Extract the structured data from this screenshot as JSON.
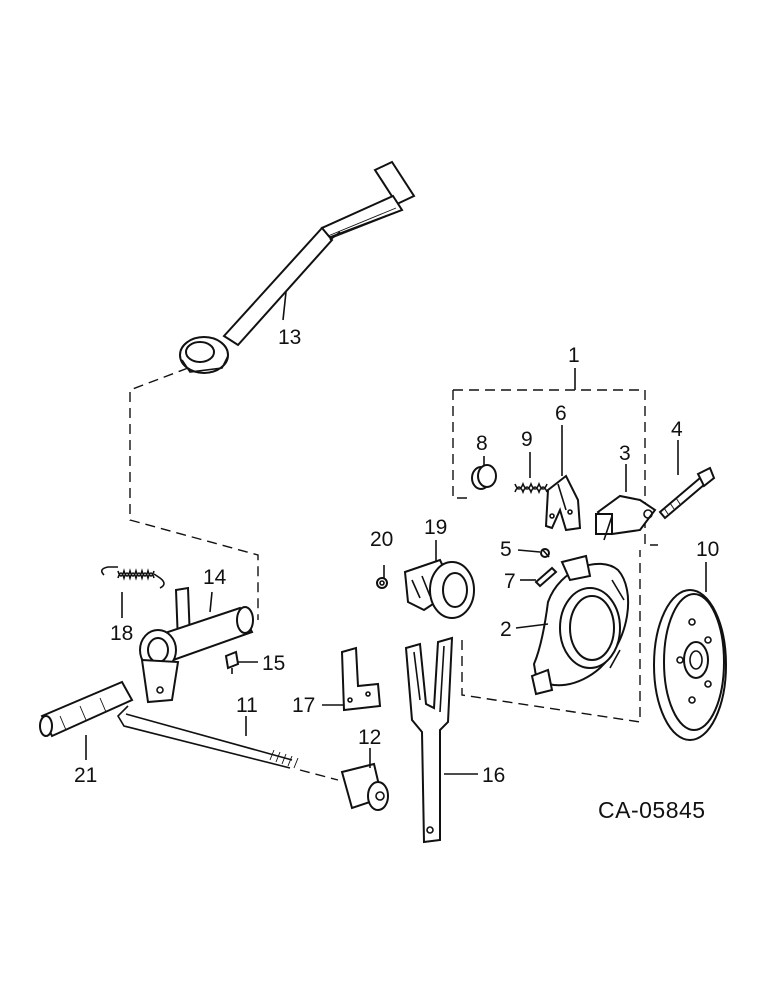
{
  "diagram": {
    "drawing_code": "CA-05845",
    "callouts": [
      "1",
      "2",
      "3",
      "4",
      "5",
      "6",
      "7",
      "8",
      "9",
      "10",
      "11",
      "12",
      "13",
      "14",
      "15",
      "16",
      "17",
      "18",
      "19",
      "20",
      "21"
    ]
  }
}
